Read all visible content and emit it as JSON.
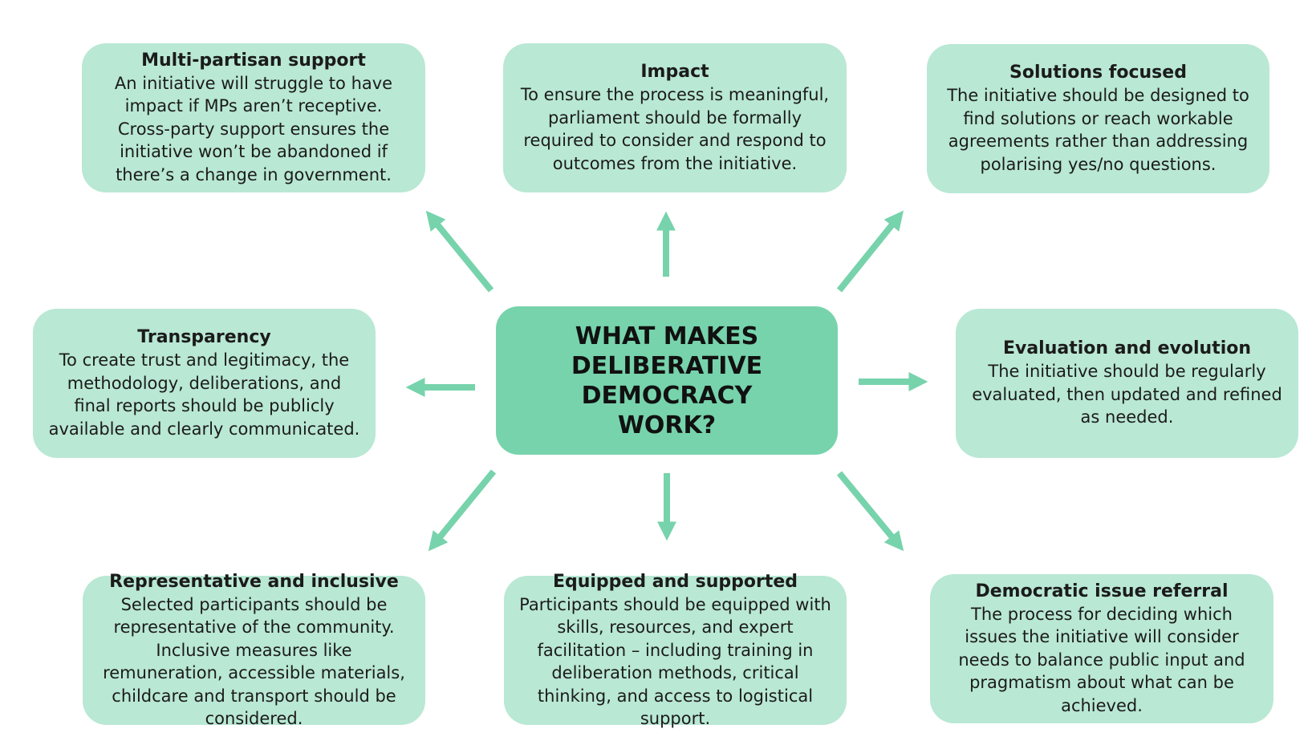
{
  "colors": {
    "box_fill": "#b9e8d4",
    "center_fill": "#77d3ac",
    "arrow": "#77d3ac",
    "text": "#1b1b1b"
  },
  "center": {
    "title": "WHAT MAKES DELIBERATIVE DEMOCRACY WORK?"
  },
  "boxes": {
    "multi_partisan": {
      "title": "Multi-partisan support",
      "body": "An initiative will struggle to have impact if MPs aren’t receptive. Cross-party support ensures the initiative won’t be abandoned if there’s a change in government."
    },
    "impact": {
      "title": "Impact",
      "body": "To ensure the process is meaningful, parliament should be formally required to consider and respond to outcomes from the initiative."
    },
    "solutions": {
      "title": "Solutions focused",
      "body": "The initiative should be designed to find solutions or reach workable agreements rather than addressing polarising yes/no questions."
    },
    "transparency": {
      "title": "Transparency",
      "body": "To create trust and legitimacy, the methodology, deliberations, and final reports should be publicly available and clearly communicated."
    },
    "evaluation": {
      "title": "Evaluation and evolution",
      "body": "The initiative should be regularly evaluated, then updated and refined as needed."
    },
    "representative": {
      "title": "Representative and inclusive",
      "body": "Selected participants should be representative of the community. Inclusive measures like remuneration, accessible materials, childcare and transport should be considered."
    },
    "equipped": {
      "title": "Equipped and supported",
      "body": "Participants should be equipped with skills, resources, and expert facilitation – including training in deliberation methods, critical thinking, and access to logistical support."
    },
    "referral": {
      "title": "Democratic issue referral",
      "body": "The process for deciding which issues the initiative will consider needs to balance public input and pragmatism about what can be achieved."
    }
  }
}
